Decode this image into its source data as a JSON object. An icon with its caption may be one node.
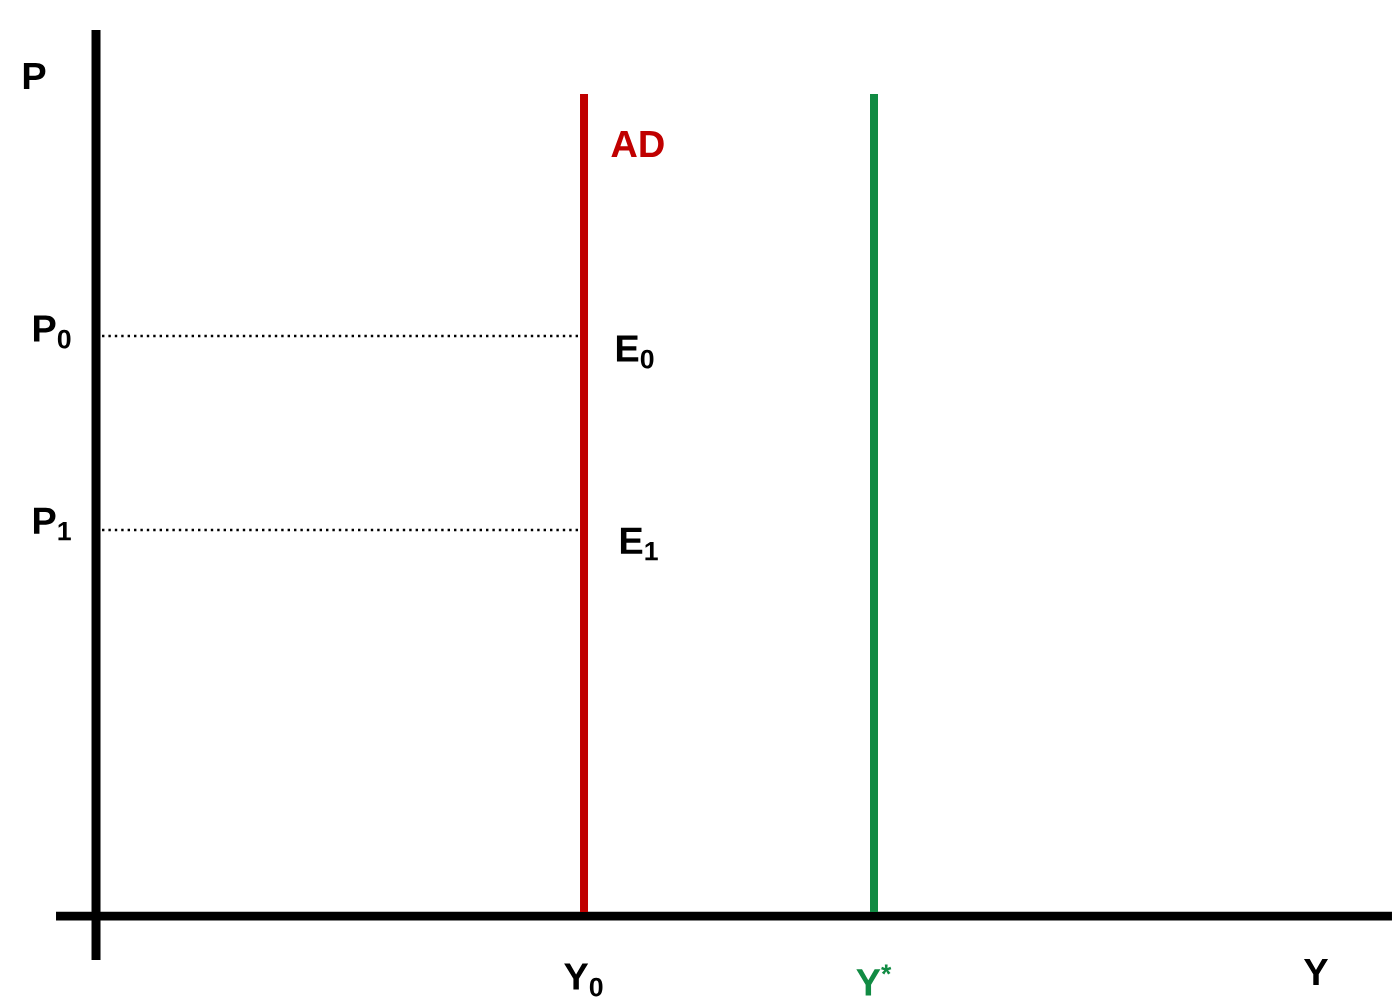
{
  "diagram": {
    "labels": [
      "P",
      "AD",
      "P$_{0}$",
      "E$_{0}$",
      "P$_{1}$",
      "E$_{1}$",
      "Y$_{0}$",
      "Y$^{*}$",
      "Y"
    ]
  }
}
